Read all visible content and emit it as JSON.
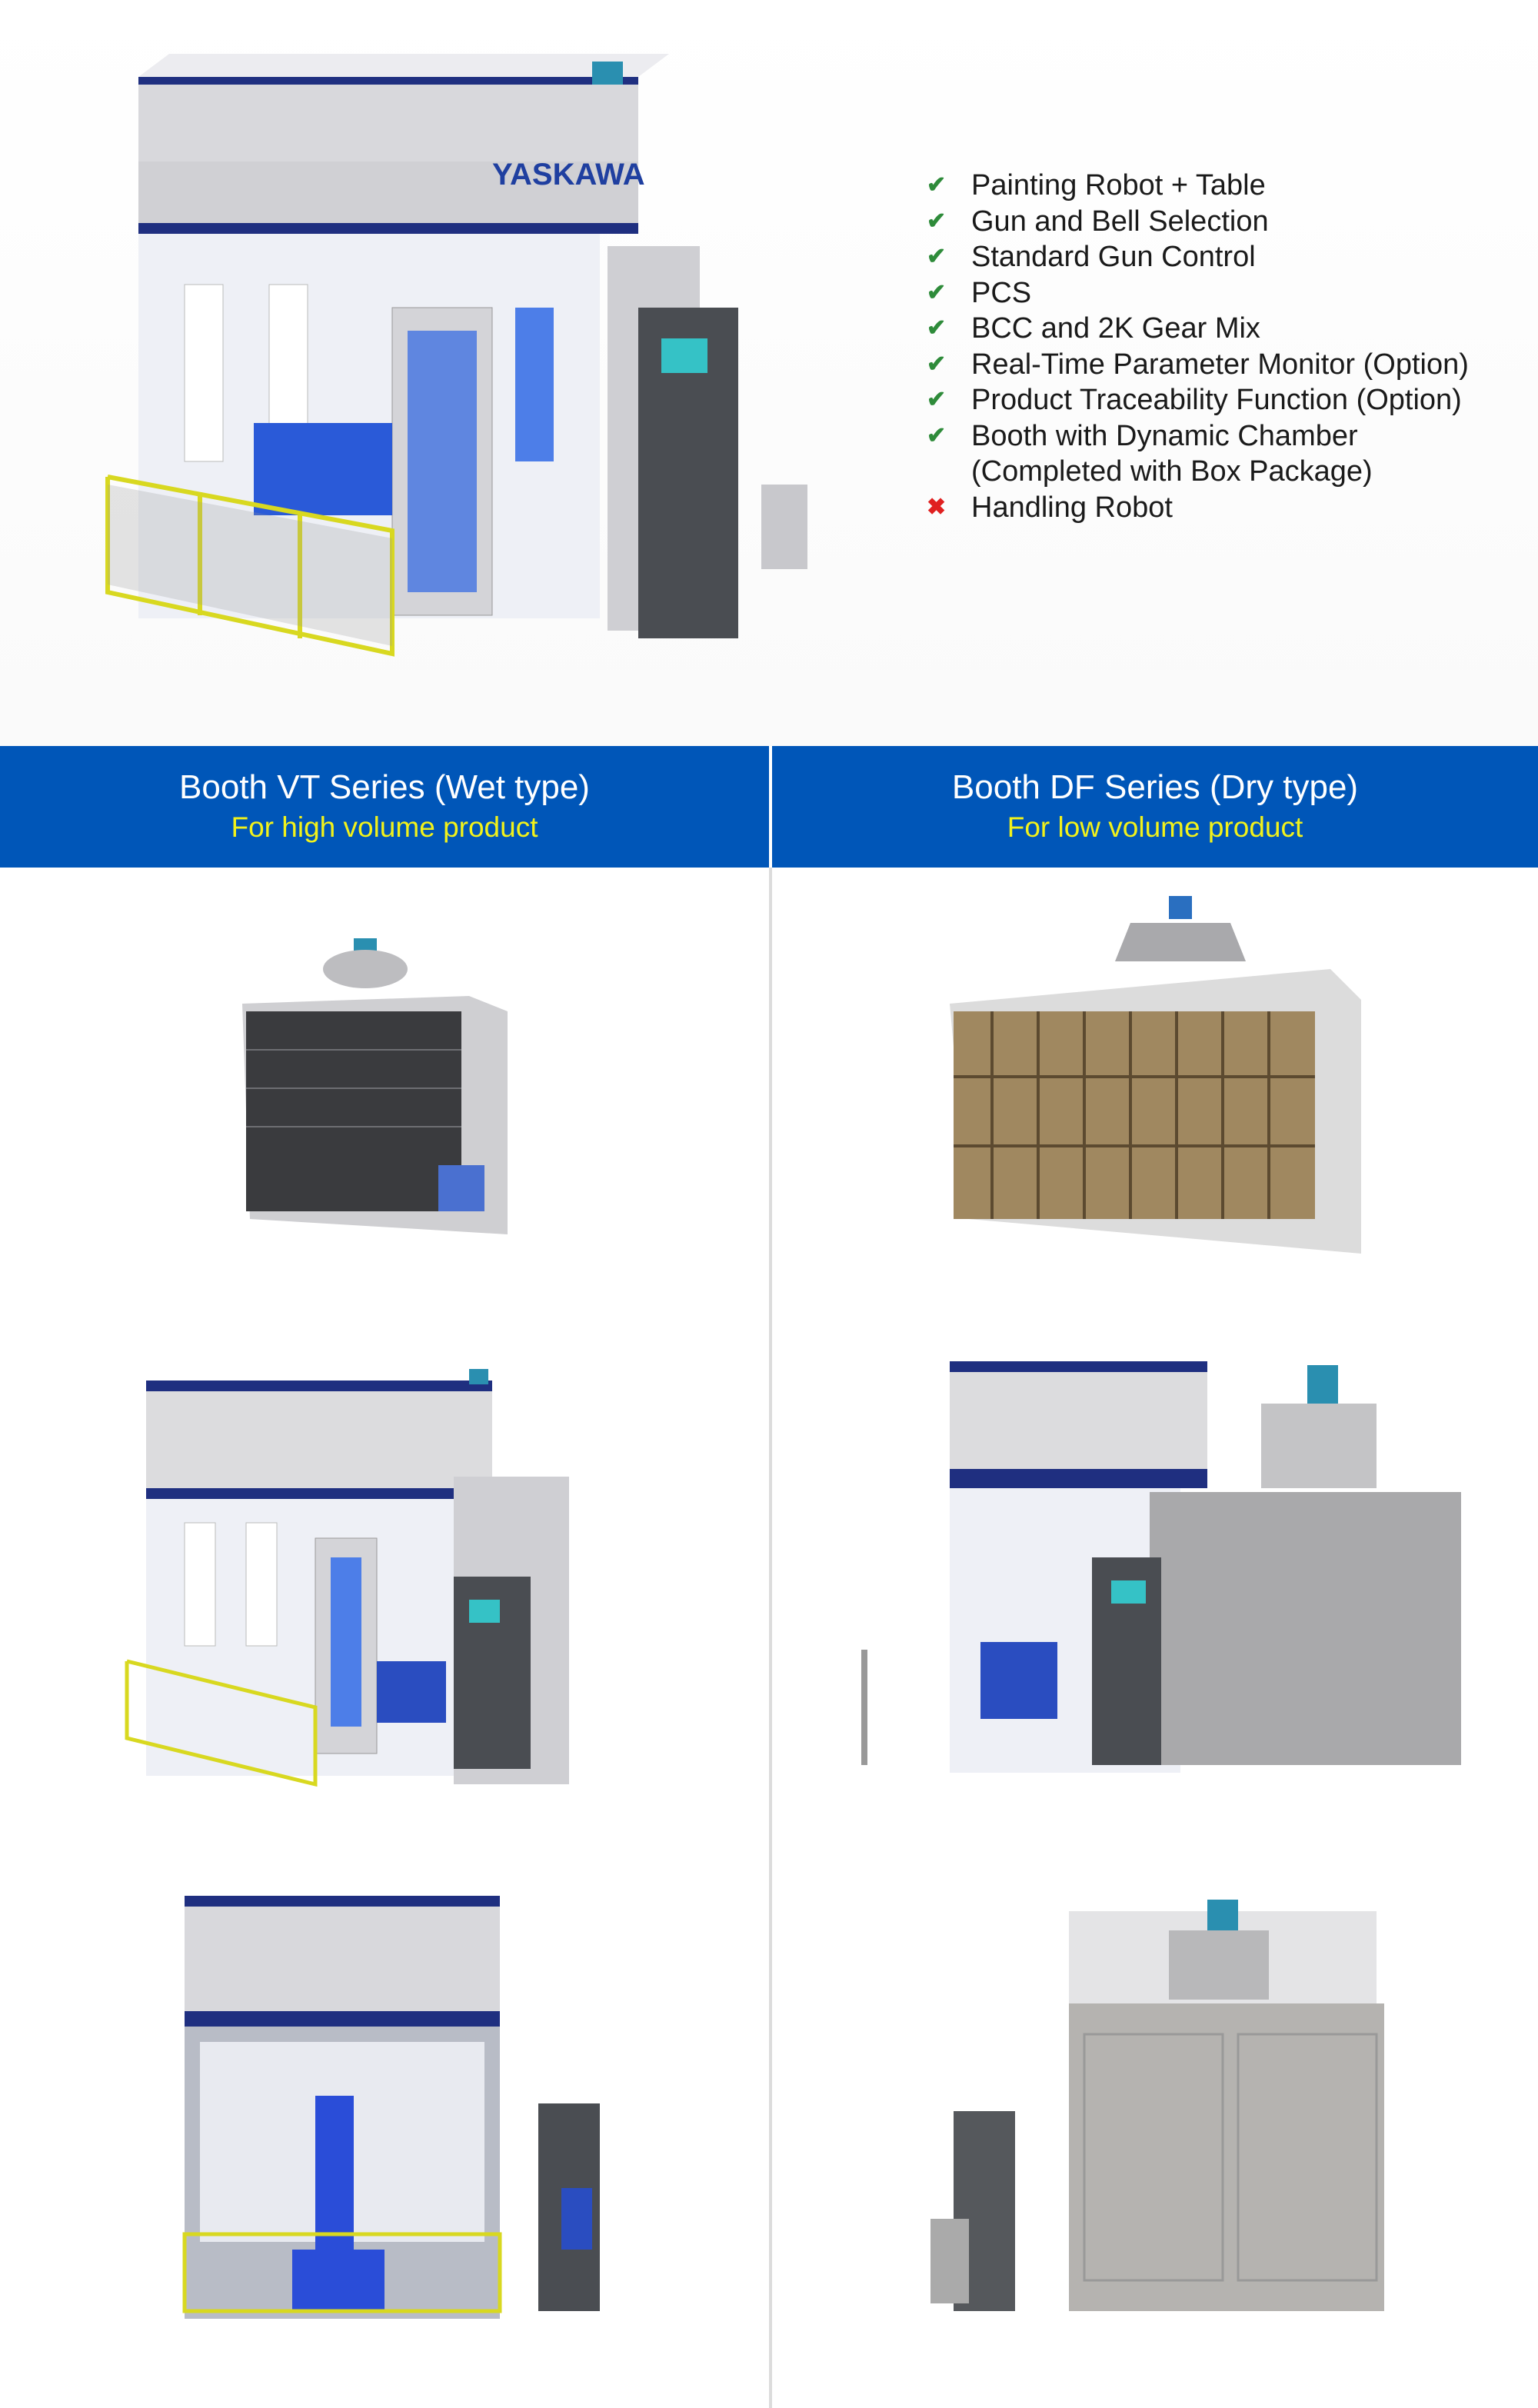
{
  "hero": {
    "brand_logo": "YASKAWA",
    "features": [
      {
        "label": "Painting Robot + Table",
        "status": "included",
        "icon": "check-icon"
      },
      {
        "label": "Gun and Bell Selection",
        "status": "included",
        "icon": "check-icon"
      },
      {
        "label": "Standard Gun Control",
        "status": "included",
        "icon": "check-icon"
      },
      {
        "label": "PCS",
        "status": "included",
        "icon": "check-icon"
      },
      {
        "label": "BCC and 2K Gear Mix",
        "status": "included",
        "icon": "check-icon"
      },
      {
        "label": "Real-Time Parameter Monitor (Option)",
        "status": "included",
        "icon": "check-icon"
      },
      {
        "label": "Product Traceability Function (Option)",
        "status": "included",
        "icon": "check-icon"
      },
      {
        "label": "Booth with Dynamic Chamber",
        "status": "included",
        "icon": "check-icon"
      },
      {
        "label": "(Completed with Box Package)",
        "status": "continuation",
        "icon": ""
      },
      {
        "label": "Handling Robot",
        "status": "excluded",
        "icon": "cross-icon"
      }
    ],
    "check_glyph": "✔",
    "cross_glyph": "✖"
  },
  "columns": [
    {
      "title": "Booth VT Series (Wet type)",
      "subtitle": "For high volume product"
    },
    {
      "title": "Booth DF Series (Dry type)",
      "subtitle": "For low volume product"
    }
  ],
  "colors": {
    "band": "#0056b8",
    "subtitle": "#f2f21a",
    "check": "#2e8b3a",
    "cross": "#e02020",
    "accent_blue": "#1f3a93"
  }
}
